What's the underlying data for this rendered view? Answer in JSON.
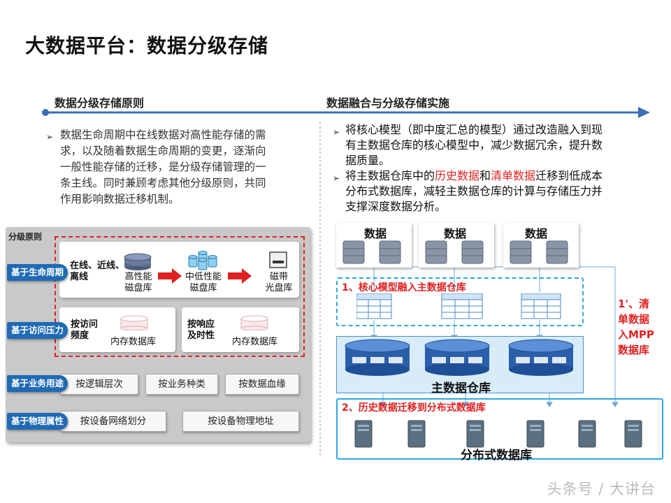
{
  "title": "大数据平台：数据分级存储",
  "left": {
    "heading": "数据分级存储原则",
    "paragraph": [
      "数据生命周期中在线数据对高性能存储的需",
      "求，以及随着数据生命周期的变更，逐渐向",
      "一般性能存储的迁移，是分级存储管理的一",
      "条主线。同时兼顾考虑其他分级原则，共同",
      "作用影响数据迁移机制。"
    ],
    "panel_label": "分级原则",
    "tags": [
      "基于生命周期",
      "基于访问压力",
      "基于业务用途",
      "基于物理属性"
    ],
    "lifecycle": {
      "lead": [
        "在线、近线、",
        "离线"
      ],
      "items": [
        [
          "高性能",
          "磁盘库"
        ],
        [
          "中低性能",
          "磁盘库"
        ],
        [
          "磁带",
          "光盘库"
        ]
      ]
    },
    "access": [
      {
        "label": [
          "按访问",
          "频度"
        ],
        "store": "内存数据库"
      },
      {
        "label": [
          "按响应",
          "及时性"
        ],
        "store": "内存数据库"
      }
    ],
    "business": [
      "按逻辑层次",
      "按业务种类",
      "按数据血缘"
    ],
    "physical": [
      "按设备网络划分",
      "按设备物理地址"
    ]
  },
  "right": {
    "heading": "数据融合与分级存储实施",
    "bullet1": [
      "将核心模型（即中度汇总的模型）通过改造融入到现",
      "有主数据仓库的核心模型中，减少数据冗余，提升数",
      "据质量。"
    ],
    "bullet2": {
      "pre": "将主数据仓库中的",
      "hl1": "历史数据",
      "mid": "和",
      "hl2": "清单数据",
      "post": "迁移到低成本",
      "line2": "分布式数据库，减轻主数据仓库的计算与存储压力并",
      "line3": "支撑深度数据分析。"
    },
    "data_labels": [
      "数据",
      "数据",
      "数据"
    ],
    "step1": "1、核心模型融入主数据仓库",
    "step1b": [
      "1'、清",
      "单数据",
      "入MPP",
      "数据库"
    ],
    "main_dw": "主数据仓库",
    "step2": "2、历史数据迁移到分布式数据库",
    "dist_db": "分布式数据库"
  },
  "watermark": "头条号 / 大讲台",
  "colors": {
    "accent": "#2a6cc4",
    "timeline": "#3a6fb5",
    "red": "#e02020",
    "tag": "#1f6ab5"
  }
}
